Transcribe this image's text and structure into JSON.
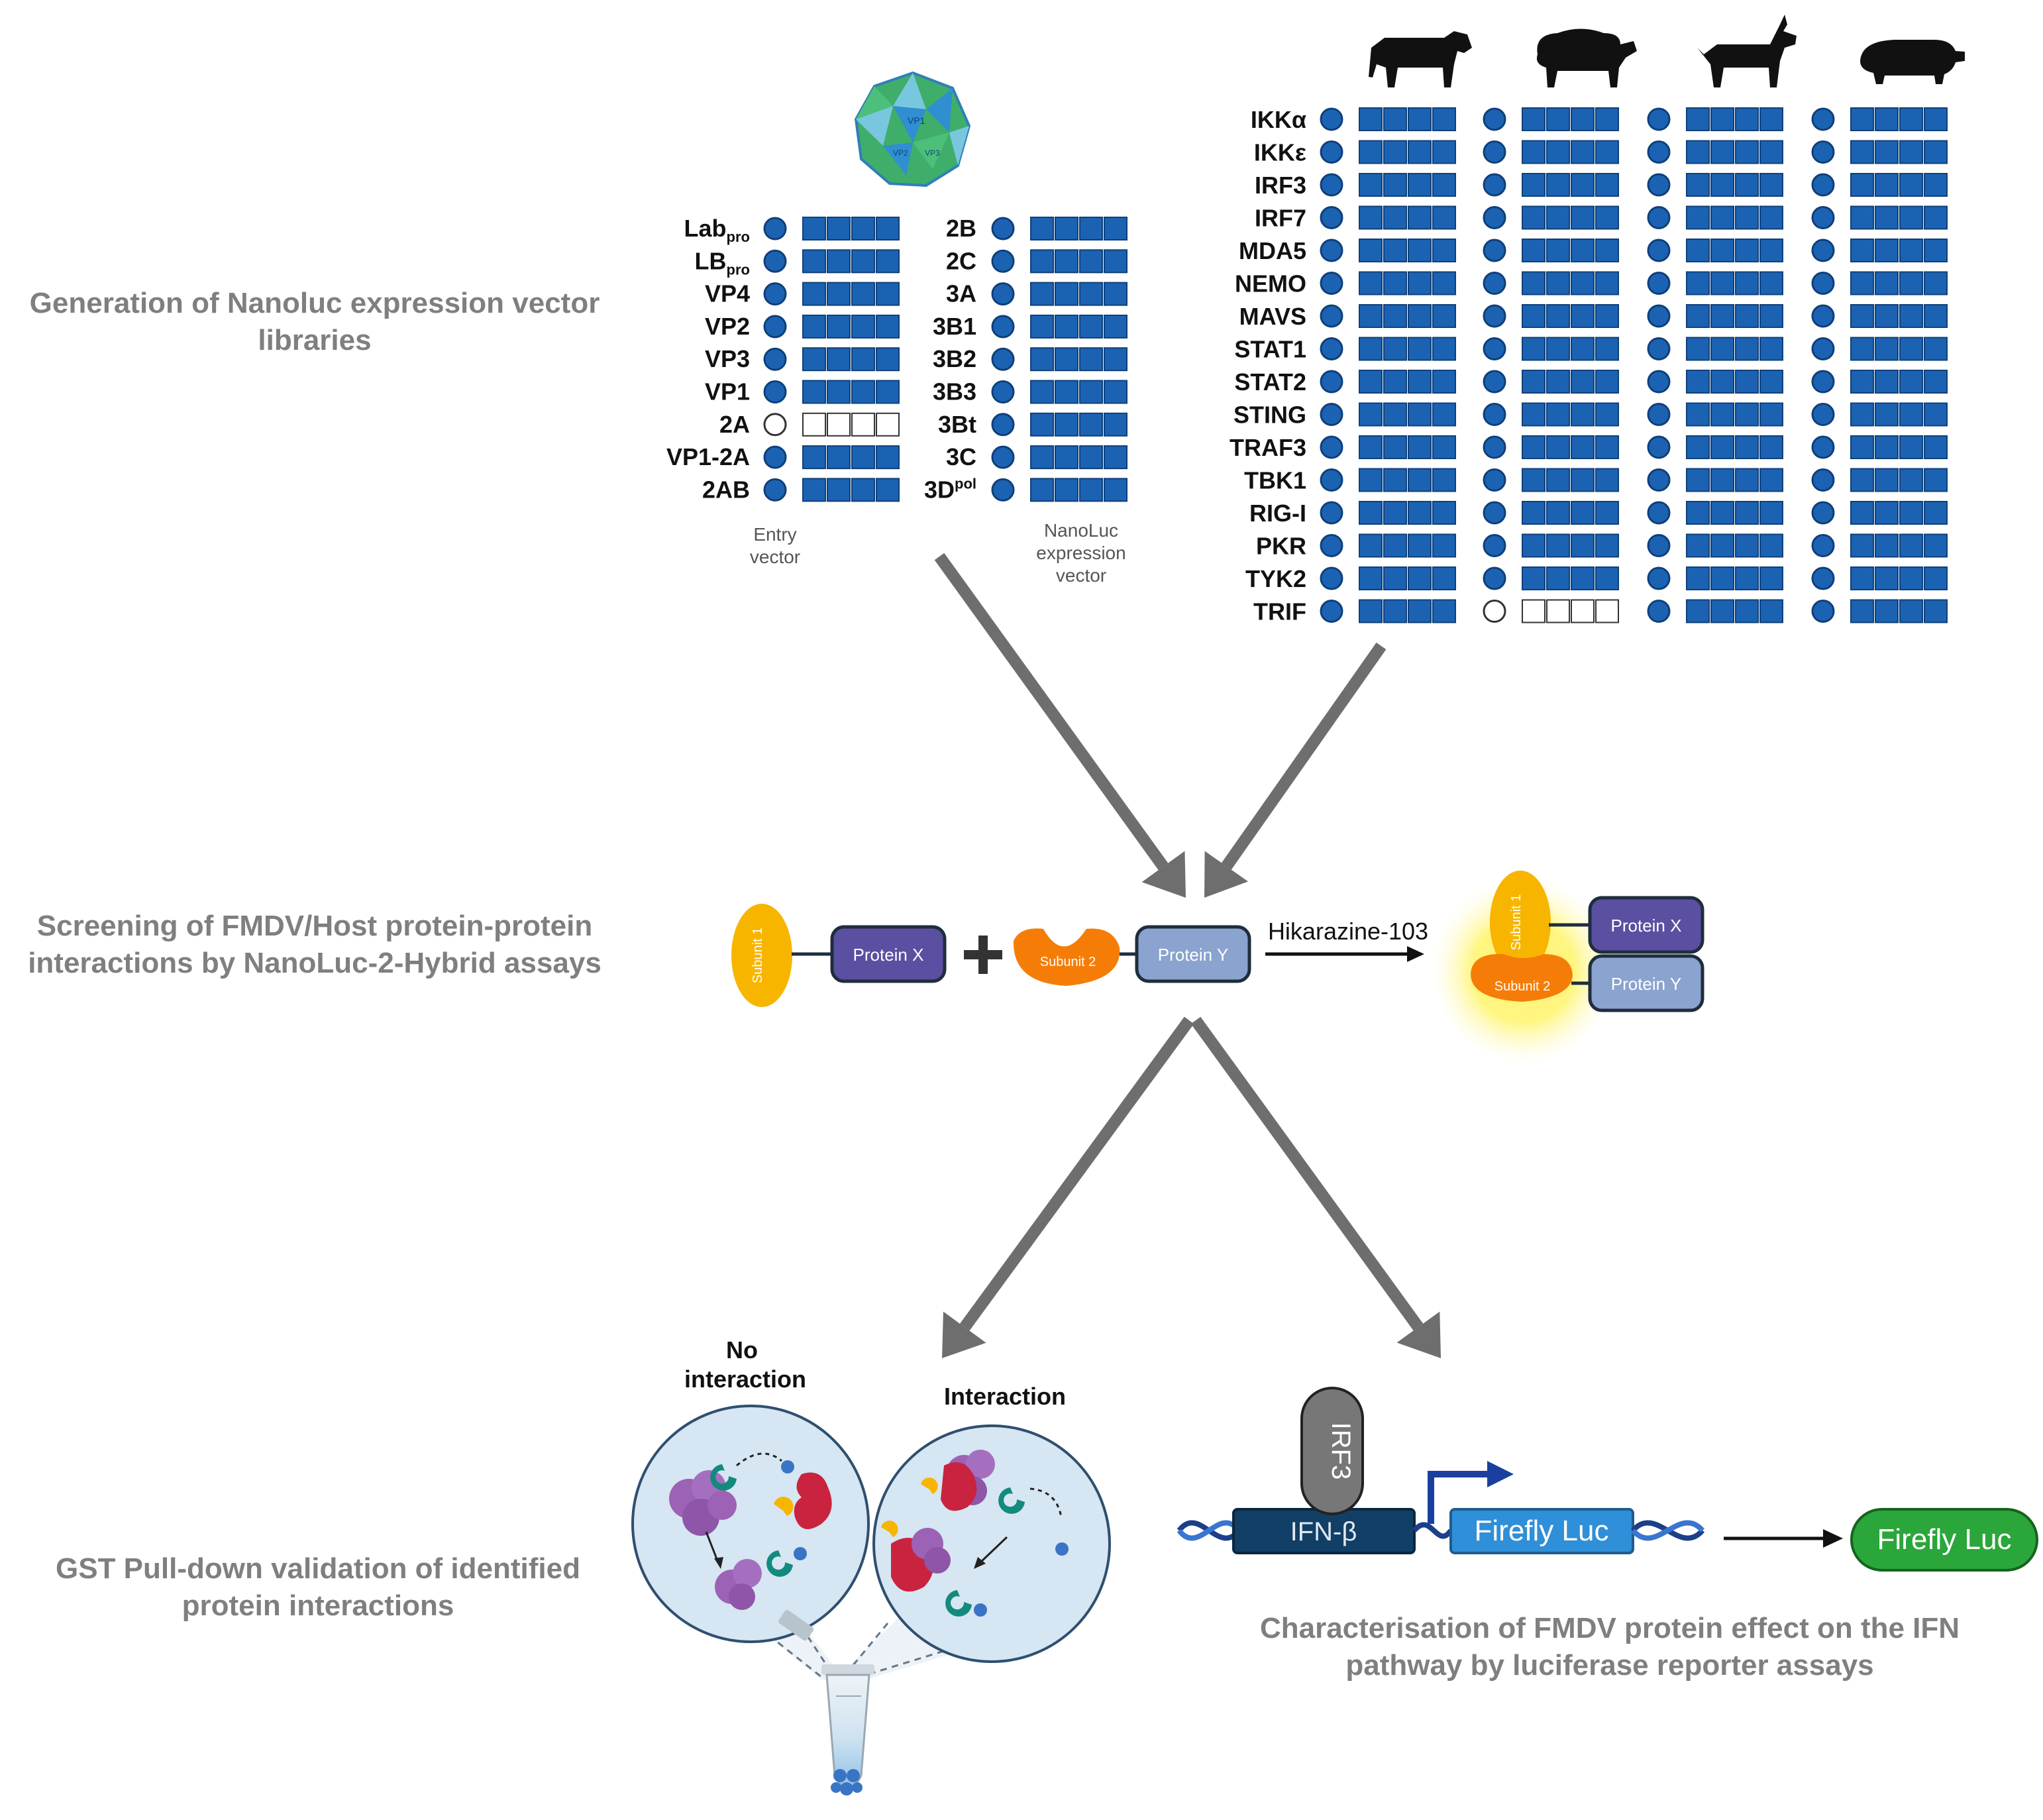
{
  "sections": {
    "generation": "Generation of Nanoluc expression vector libraries",
    "screening": "Screening of FMDV/Host protein-protein interactions by NanoLuc-2-Hybrid assays",
    "pulldown": "GST Pull-down validation of identified protein interactions",
    "reporter": "Characterisation of FMDV protein effect on the IFN pathway by luciferase reporter assays"
  },
  "viral_library": {
    "col1": [
      {
        "name": "Lab",
        "sub": "pro",
        "done": true
      },
      {
        "name": "LB",
        "sub": "pro",
        "done": true
      },
      {
        "name": "VP4",
        "done": true
      },
      {
        "name": "VP2",
        "done": true
      },
      {
        "name": "VP3",
        "done": true
      },
      {
        "name": "VP1",
        "done": true
      },
      {
        "name": "2A",
        "done": false
      },
      {
        "name": "VP1-2A",
        "done": true
      },
      {
        "name": "2AB",
        "done": true
      }
    ],
    "col2": [
      {
        "name": "2B",
        "done": true
      },
      {
        "name": "2C",
        "done": true
      },
      {
        "name": "3A",
        "done": true
      },
      {
        "name": "3B1",
        "done": true
      },
      {
        "name": "3B2",
        "done": true
      },
      {
        "name": "3B3",
        "done": true
      },
      {
        "name": "3Bt",
        "done": true
      },
      {
        "name": "3C",
        "done": true
      },
      {
        "name": "3D",
        "sup": "pol",
        "done": true
      }
    ],
    "entry_label": [
      "Entry",
      "vector"
    ],
    "nanoluc_label": [
      "NanoLuc",
      "expression",
      "vector"
    ]
  },
  "host_library": {
    "species": [
      "cow-icon",
      "sheep-icon",
      "goat-icon",
      "pig-icon"
    ],
    "proteins": [
      "IKKα",
      "IKKε",
      "IRF3",
      "IRF7",
      "MDA5",
      "NEMO",
      "MAVS",
      "STAT1",
      "STAT2",
      "STING",
      "TRAF3",
      "TBK1",
      "RIG-I",
      "PKR",
      "TYK2",
      "TRIF"
    ],
    "missing": [
      {
        "protein": "TRIF",
        "species": 1
      }
    ]
  },
  "n2h": {
    "subunit1": "Subunit 1",
    "subunit2": "Subunit 2",
    "protein_x": "Protein X",
    "protein_y": "Protein Y",
    "substrate": "Hikarazine-103"
  },
  "pulldown": {
    "no_interaction": [
      "No",
      "interaction"
    ],
    "interaction": "Interaction"
  },
  "reporter": {
    "irf3": "IRF3",
    "promoter": "IFN-β",
    "gene": "Firefly Luc",
    "product": "Firefly Luc"
  },
  "colors": {
    "well_fill": "#1b63b2",
    "well_border": "#0f3f7a",
    "arrow": "#6e6e6e",
    "protein_x": "#5a4fa1",
    "protein_y": "#8aa3cf",
    "subunit1": "#f7b500",
    "subunit2": "#f57d07",
    "firefly": "#2aa63b",
    "luc_gene": "#2f8fd8",
    "promoter": "#123f66"
  }
}
